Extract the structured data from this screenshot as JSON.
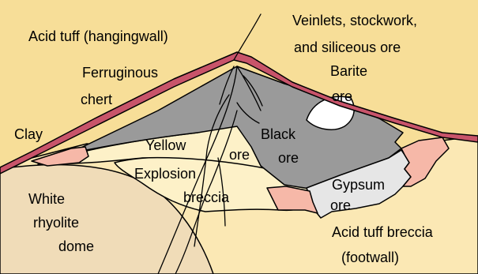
{
  "labels": {
    "acid_tuff_hanging": "Acid tuff (hangingwall)",
    "veinlets_1": "Veinlets, stockwork,",
    "veinlets_2": "and siliceous ore",
    "ferruginous_1": "Ferruginous",
    "ferruginous_2": "chert",
    "barite_1": "Barite",
    "barite_2": "ore",
    "clay": "Clay",
    "yellow": "Yellow",
    "yellow_ore": "ore",
    "black_1": "Black",
    "black_2": "ore",
    "explosion_1": "Explosion",
    "explosion_2": "breccia",
    "gypsum_1": "Gypsum",
    "gypsum_2": "ore",
    "white_rhyolite_1": "White",
    "white_rhyolite_2": "rhyolite",
    "white_rhyolite_3": "dome",
    "footwall_1": "Acid tuff breccia",
    "footwall_2": "(footwall)"
  },
  "colors": {
    "hangingwall": "#f7de98",
    "footwall": "#fbe8b4",
    "rhyolite": "#f0dcb8",
    "chert": "#c8546a",
    "clay": "#f6b8a8",
    "yellow_ore": "#fdf1c8",
    "black_ore": "#9a9a9a",
    "barite": "#ffffff",
    "gypsum": "#e6e6e6",
    "explosion_breccia": "#fdf1c8"
  }
}
